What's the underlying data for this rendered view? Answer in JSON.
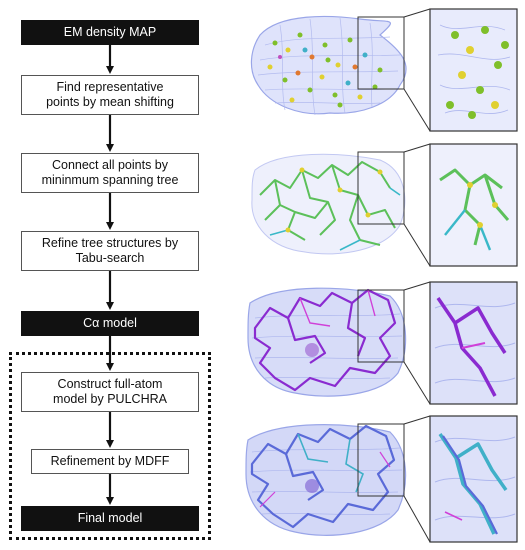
{
  "flowchart": {
    "steps": [
      {
        "id": "em-density-map",
        "style": "dark",
        "lines": [
          "EM density MAP"
        ]
      },
      {
        "id": "mean-shifting",
        "style": "light",
        "lines": [
          "Find representative",
          "points by mean shifting"
        ]
      },
      {
        "id": "spanning-tree",
        "style": "light",
        "lines": [
          "Connect all points by",
          "mininmum spanning tree"
        ]
      },
      {
        "id": "tabu-search",
        "style": "light",
        "lines": [
          "Refine tree structures by",
          "Tabu-search"
        ]
      },
      {
        "id": "ca-model",
        "style": "dark",
        "lines": [
          "Cα model"
        ]
      },
      {
        "id": "pulchra",
        "style": "light",
        "lines": [
          "Construct full-atom",
          "model by PULCHRA"
        ]
      },
      {
        "id": "mdff",
        "style": "light",
        "lines": [
          "Refinement by MDFF"
        ]
      },
      {
        "id": "final-model",
        "style": "dark",
        "lines": [
          "Final model"
        ]
      }
    ]
  },
  "colors": {
    "density_mesh": "#9aa6e8",
    "points_green": "#7fbf2a",
    "points_yellow": "#e0d030",
    "tree_green": "#5cc05a",
    "tree_cyan": "#39b8c8",
    "ca_purple": "#8a2bd0",
    "ca_magenta": "#d040d8",
    "full_blue": "#5a6ad8",
    "full_cyan": "#40b0c8"
  }
}
